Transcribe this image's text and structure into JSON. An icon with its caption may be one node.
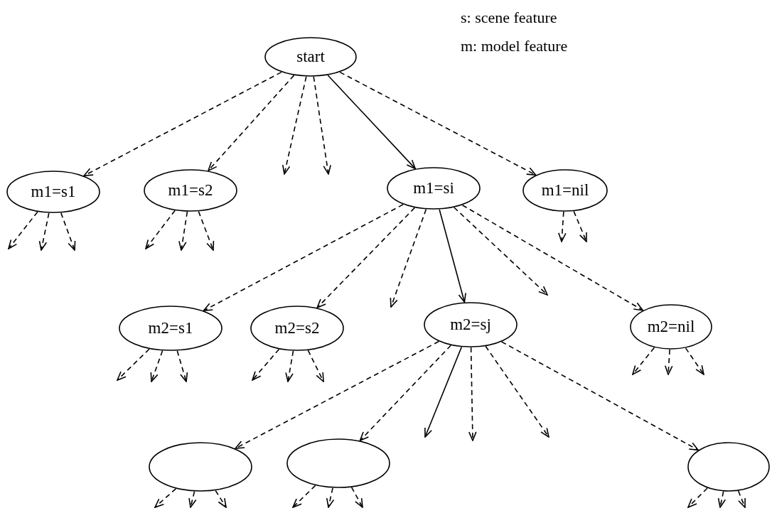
{
  "diagram": {
    "nodes": [
      {
        "text": [
          "start"
        ]
      },
      {
        "text": [
          "m1=s1"
        ]
      },
      {
        "text": [
          "m1=s2"
        ]
      },
      {
        "text": [
          "m1=si"
        ]
      },
      {
        "text": [
          "m1=nil"
        ]
      },
      {
        "text": [
          "m2=s1"
        ]
      },
      {
        "text": [
          "m2=s2"
        ]
      },
      {
        "text": [
          "m2=sj"
        ]
      },
      {
        "text": [
          "m2=nil"
        ]
      },
      {
        "text": [],
        "shape": "ellipse"
      },
      {
        "text": [],
        "shape": "ellipse"
      },
      {
        "text": [],
        "shape": "ellipse"
      }
    ],
    "edges": [
      {
        "from": 0,
        "to": 1,
        "arrow": "to",
        "style": "dashed"
      },
      {
        "from": 0,
        "to": 2,
        "arrow": "to",
        "style": "dashed"
      },
      {
        "from": 0,
        "to": null,
        "arrow": "to",
        "style": "dashed"
      },
      {
        "from": 0,
        "to": null,
        "arrow": "to",
        "style": "dashed"
      },
      {
        "from": 0,
        "to": 3,
        "arrow": "to"
      },
      {
        "from": 0,
        "to": 4,
        "arrow": "to",
        "style": "dashed"
      },
      {
        "from": 1,
        "to": null,
        "arrow": "to",
        "style": "dashed"
      },
      {
        "from": 1,
        "to": null,
        "arrow": "to",
        "style": "dashed"
      },
      {
        "from": 1,
        "to": null,
        "arrow": "to",
        "style": "dashed"
      },
      {
        "from": 2,
        "to": null,
        "arrow": "to",
        "style": "dashed"
      },
      {
        "from": 2,
        "to": null,
        "arrow": "to",
        "style": "dashed"
      },
      {
        "from": 2,
        "to": null,
        "arrow": "to",
        "style": "dashed"
      },
      {
        "from": 3,
        "to": 5,
        "arrow": "to",
        "style": "dashed"
      },
      {
        "from": 3,
        "to": 6,
        "arrow": "to",
        "style": "dashed"
      },
      {
        "from": 3,
        "to": null,
        "arrow": "to",
        "style": "dashed"
      },
      {
        "from": 3,
        "to": 7,
        "arrow": "to"
      },
      {
        "from": 3,
        "to": null,
        "arrow": "to",
        "style": "dashed"
      },
      {
        "from": 3,
        "to": 8,
        "arrow": "to",
        "style": "dashed"
      },
      {
        "from": 4,
        "to": null,
        "arrow": "to",
        "style": "dashed"
      },
      {
        "from": 4,
        "to": null,
        "arrow": "to",
        "style": "dashed"
      },
      {
        "from": 5,
        "to": null,
        "arrow": "to",
        "style": "dashed"
      },
      {
        "from": 5,
        "to": null,
        "arrow": "to",
        "style": "dashed"
      },
      {
        "from": 5,
        "to": null,
        "arrow": "to",
        "style": "dashed"
      },
      {
        "from": 6,
        "to": null,
        "arrow": "to",
        "style": "dashed"
      },
      {
        "from": 6,
        "to": null,
        "arrow": "to",
        "style": "dashed"
      },
      {
        "from": 6,
        "to": null,
        "arrow": "to",
        "style": "dashed"
      },
      {
        "from": 7,
        "to": 9,
        "arrow": "to",
        "style": "dashed"
      },
      {
        "from": 7,
        "to": 10,
        "arrow": "to",
        "style": "dashed"
      },
      {
        "from": 7,
        "to": null,
        "arrow": "to"
      },
      {
        "from": 7,
        "to": null,
        "arrow": "to",
        "style": "dashed"
      },
      {
        "from": 7,
        "to": null,
        "arrow": "to",
        "style": "dashed"
      },
      {
        "from": 7,
        "to": 11,
        "arrow": "to",
        "style": "dashed"
      },
      {
        "from": 8,
        "to": null,
        "arrow": "to",
        "style": "dashed"
      },
      {
        "from": 8,
        "to": null,
        "arrow": "to",
        "style": "dashed"
      },
      {
        "from": 8,
        "to": null,
        "arrow": "to",
        "style": "dashed"
      },
      {
        "from": 9,
        "to": null,
        "arrow": "to",
        "style": "dashed"
      },
      {
        "from": 9,
        "to": null,
        "arrow": "to",
        "style": "dashed"
      },
      {
        "from": 9,
        "to": null,
        "arrow": "to",
        "style": "dashed"
      },
      {
        "from": 10,
        "to": null,
        "arrow": "to",
        "style": "dashed"
      },
      {
        "from": 10,
        "to": null,
        "arrow": "to",
        "style": "dashed"
      },
      {
        "from": 10,
        "to": null,
        "arrow": "to",
        "style": "dashed"
      },
      {
        "from": 11,
        "to": null,
        "arrow": "to",
        "style": "dashed"
      },
      {
        "from": 11,
        "to": null,
        "arrow": "to",
        "style": "dashed"
      },
      {
        "from": 11,
        "to": null,
        "arrow": "to",
        "style": "dashed"
      }
    ],
    "labels": [
      "s: scene feature",
      "m: model feature"
    ]
  }
}
